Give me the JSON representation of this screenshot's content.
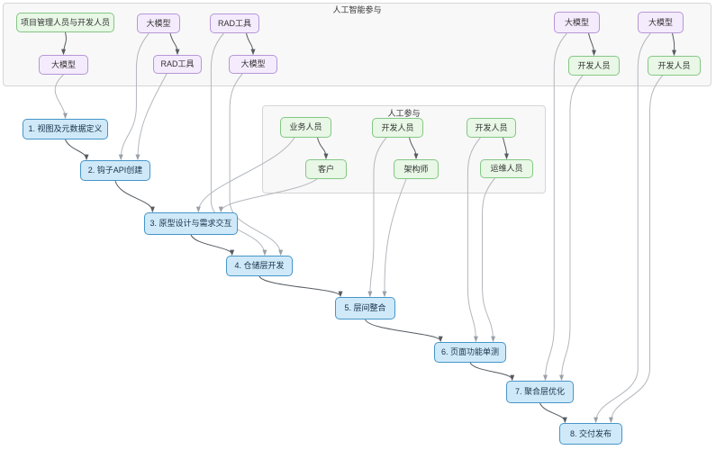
{
  "containers": {
    "ai": {
      "label": "人工智能参与"
    },
    "human": {
      "label": "人工参与"
    }
  },
  "nodes": {
    "pm": {
      "label": "项目管理人员与开发人员",
      "type": "person"
    },
    "llm1": {
      "label": "大模型",
      "type": "tool"
    },
    "llm2a": {
      "label": "大模型",
      "type": "tool"
    },
    "rad2b": {
      "label": "RAD工具",
      "type": "tool"
    },
    "rad3a": {
      "label": "RAD工具",
      "type": "tool"
    },
    "llm3b": {
      "label": "大模型",
      "type": "tool"
    },
    "llm4a": {
      "label": "大模型",
      "type": "tool"
    },
    "dev4b": {
      "label": "开发人员",
      "type": "person"
    },
    "llm5a": {
      "label": "大模型",
      "type": "tool"
    },
    "dev5b": {
      "label": "开发人员",
      "type": "person"
    },
    "biz": {
      "label": "业务人员",
      "type": "person"
    },
    "cust": {
      "label": "客户",
      "type": "person"
    },
    "dev2": {
      "label": "开发人员",
      "type": "person"
    },
    "arch": {
      "label": "架构师",
      "type": "person"
    },
    "dev3": {
      "label": "开发人员",
      "type": "person"
    },
    "ops": {
      "label": "运维人员",
      "type": "person"
    },
    "s1": {
      "label": "1. 视图及元数据定义",
      "type": "step"
    },
    "s2": {
      "label": "2. 钩子API创建",
      "type": "step"
    },
    "s3": {
      "label": "3. 原型设计与需求交互",
      "type": "step"
    },
    "s4": {
      "label": "4. 仓储层开发",
      "type": "step"
    },
    "s5": {
      "label": "5. 层间整合",
      "type": "step"
    },
    "s6": {
      "label": "6. 页面功能单测",
      "type": "step"
    },
    "s7": {
      "label": "7. 聚合层优化",
      "type": "step"
    },
    "s8": {
      "label": "8. 交付发布",
      "type": "step"
    }
  },
  "edges": {
    "flow": [
      [
        "pm",
        "llm1"
      ],
      [
        "llm2a",
        "rad2b"
      ],
      [
        "rad3a",
        "llm3b"
      ],
      [
        "llm4a",
        "dev4b"
      ],
      [
        "llm5a",
        "dev5b"
      ],
      [
        "biz",
        "cust"
      ],
      [
        "dev2",
        "arch"
      ],
      [
        "dev3",
        "ops"
      ]
    ],
    "chain": [
      [
        "s1",
        "s2"
      ],
      [
        "s2",
        "s3"
      ],
      [
        "s3",
        "s4"
      ],
      [
        "s4",
        "s5"
      ],
      [
        "s5",
        "s6"
      ],
      [
        "s6",
        "s7"
      ],
      [
        "s7",
        "s8"
      ]
    ],
    "feed": [
      [
        "llm1",
        "s1"
      ],
      [
        "llm2a",
        "s2"
      ],
      [
        "rad2b",
        "s2"
      ],
      [
        "biz",
        "s3"
      ],
      [
        "cust",
        "s3"
      ],
      [
        "rad3a",
        "s4"
      ],
      [
        "llm3b",
        "s4"
      ],
      [
        "dev2",
        "s5"
      ],
      [
        "arch",
        "s5"
      ],
      [
        "dev3",
        "s6"
      ],
      [
        "ops",
        "s6"
      ],
      [
        "llm4a",
        "s7"
      ],
      [
        "dev4b",
        "s7"
      ],
      [
        "llm5a",
        "s8"
      ],
      [
        "dev5b",
        "s8"
      ]
    ]
  },
  "colors": {
    "person_fill": "#e8f7e6",
    "person_border": "#85c785",
    "tool_fill": "#f4ebfc",
    "tool_border": "#b697d6",
    "step_fill": "#d0e9f9",
    "step_border": "#4596c8",
    "group_fill": "#f8f8f8",
    "group_border": "#d5d5d5",
    "edge_light": "#b3b7bd",
    "edge_dark": "#555b61"
  }
}
